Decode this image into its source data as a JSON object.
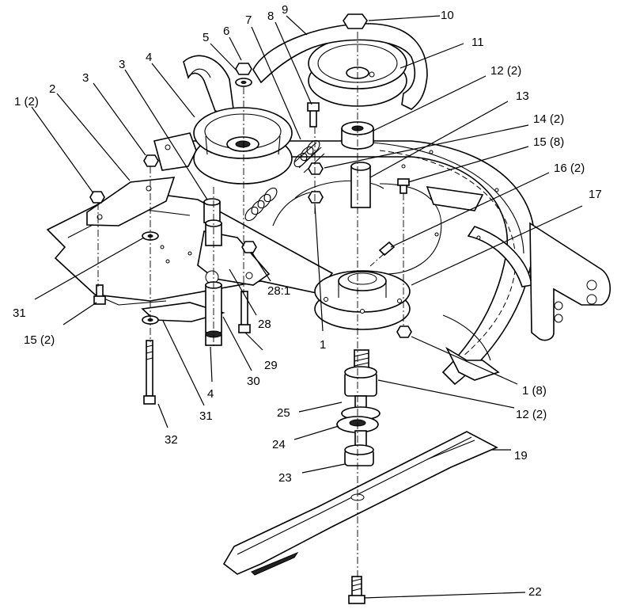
{
  "callouts": [
    {
      "id": "c1",
      "label": "1 (2)"
    },
    {
      "id": "c2",
      "label": "2"
    },
    {
      "id": "c3a",
      "label": "3"
    },
    {
      "id": "c3b",
      "label": "3"
    },
    {
      "id": "c4a",
      "label": "4"
    },
    {
      "id": "c5",
      "label": "5"
    },
    {
      "id": "c6",
      "label": "6"
    },
    {
      "id": "c7",
      "label": "7"
    },
    {
      "id": "c8",
      "label": "8"
    },
    {
      "id": "c9",
      "label": "9"
    },
    {
      "id": "c10",
      "label": "10"
    },
    {
      "id": "c11",
      "label": "11"
    },
    {
      "id": "c12a",
      "label": "12 (2)"
    },
    {
      "id": "c13",
      "label": "13"
    },
    {
      "id": "c14",
      "label": "14 (2)"
    },
    {
      "id": "c15a",
      "label": "15 (8)"
    },
    {
      "id": "c16",
      "label": "16 (2)"
    },
    {
      "id": "c17",
      "label": "17"
    },
    {
      "id": "c31a",
      "label": "31"
    },
    {
      "id": "c15b",
      "label": "15 (2)"
    },
    {
      "id": "c281",
      "label": "28:1"
    },
    {
      "id": "c28",
      "label": "28"
    },
    {
      "id": "c1b",
      "label": "1"
    },
    {
      "id": "c29",
      "label": "29"
    },
    {
      "id": "c30",
      "label": "30"
    },
    {
      "id": "c4b",
      "label": "4"
    },
    {
      "id": "c31b",
      "label": "31"
    },
    {
      "id": "c18",
      "label": "1 (8)"
    },
    {
      "id": "c12b",
      "label": "12 (2)"
    },
    {
      "id": "c25",
      "label": "25"
    },
    {
      "id": "c24",
      "label": "24"
    },
    {
      "id": "c32",
      "label": "32"
    },
    {
      "id": "c19",
      "label": "19"
    },
    {
      "id": "c23",
      "label": "23"
    },
    {
      "id": "c22",
      "label": "22"
    }
  ]
}
